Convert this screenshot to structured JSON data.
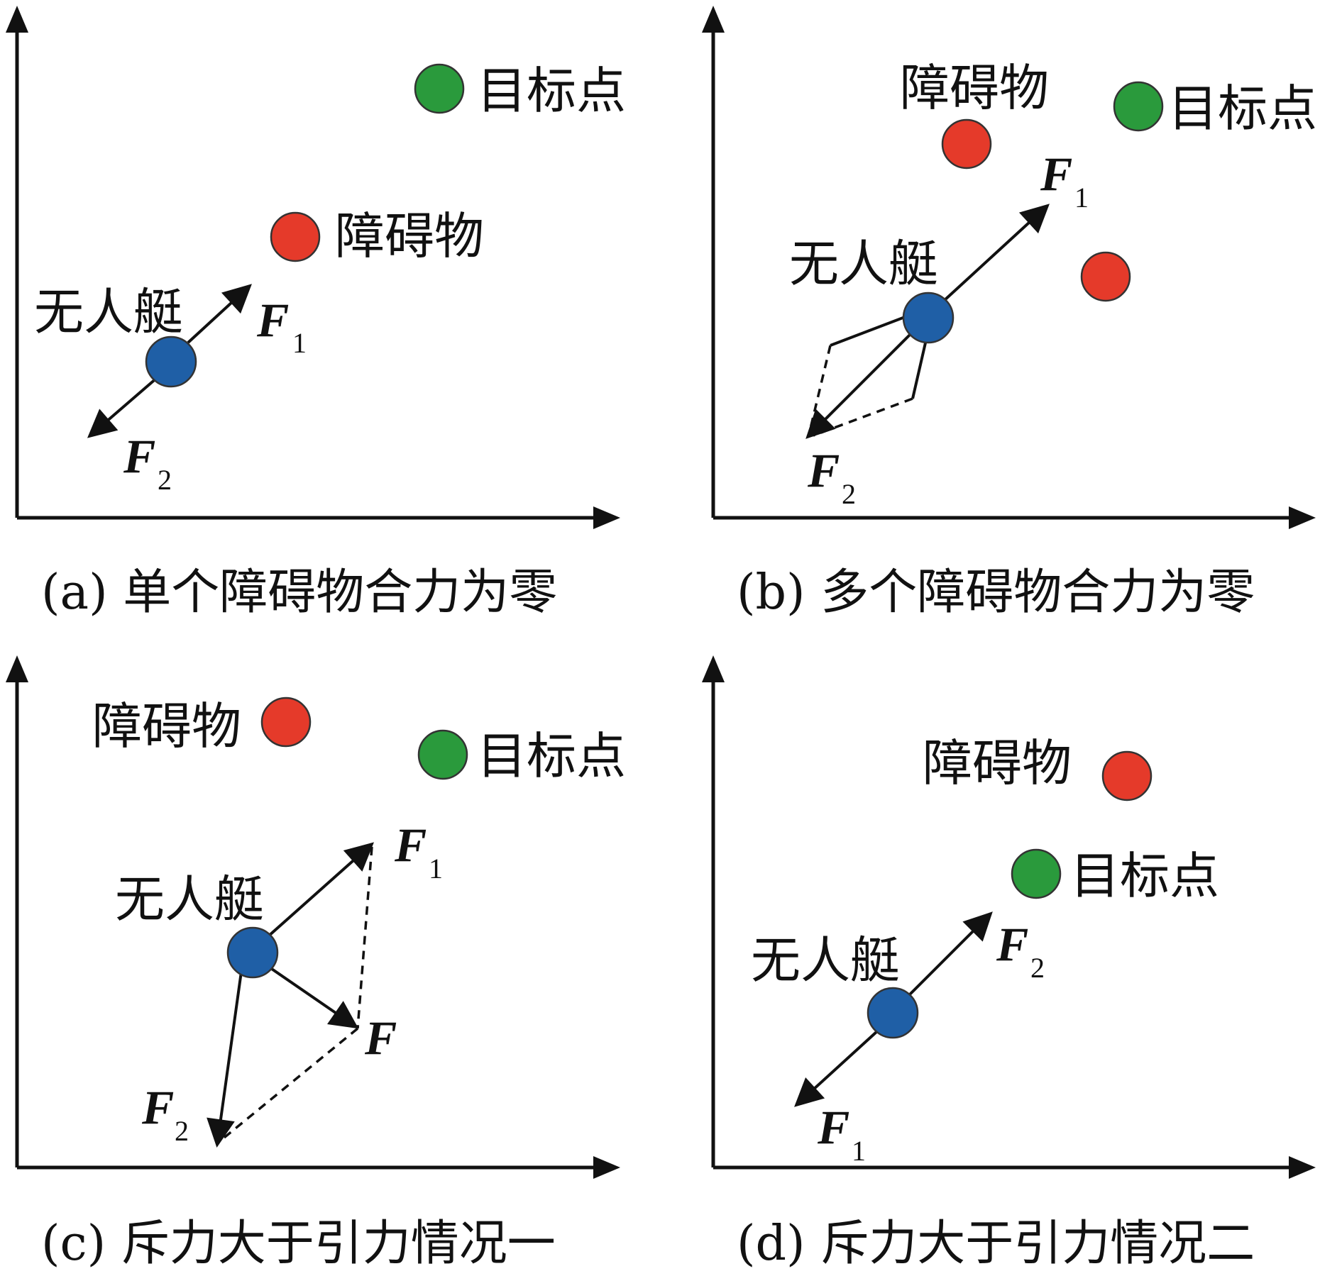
{
  "colors": {
    "usv": "#1f5fa6",
    "obstacle": "#e53a2a",
    "target": "#2a9a3c",
    "ink": "#111111"
  },
  "panels": [
    {
      "caption": "(a) 单个障碍物合力为零",
      "usv_label": "无人艇",
      "obstacle_label": "障碍物",
      "target_label": "目标点",
      "f1": "F",
      "f1_sub": "1",
      "f2": "F",
      "f2_sub": "2"
    },
    {
      "caption": "(b) 多个障碍物合力为零",
      "usv_label": "无人艇",
      "obstacle_label": "障碍物",
      "target_label": "目标点",
      "f1": "F",
      "f1_sub": "1",
      "f2": "F",
      "f2_sub": "2"
    },
    {
      "caption": "(c) 斥力大于引力情况一",
      "usv_label": "无人艇",
      "obstacle_label": "障碍物",
      "target_label": "目标点",
      "f1": "F",
      "f1_sub": "1",
      "f2": "F",
      "f2_sub": "2",
      "f": "F"
    },
    {
      "caption": "(d) 斥力大于引力情况二",
      "usv_label": "无人艇",
      "obstacle_label": "障碍物",
      "target_label": "目标点",
      "f1": "F",
      "f1_sub": "1",
      "f2": "F",
      "f2_sub": "2"
    }
  ]
}
